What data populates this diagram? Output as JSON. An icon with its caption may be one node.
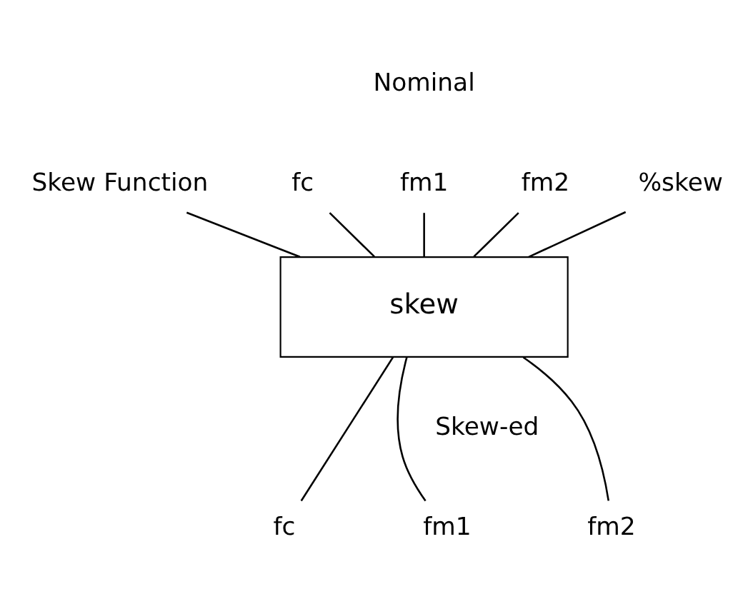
{
  "diagram": {
    "nodes": [
      {
        "text": [
          "Skew Function"
        ]
      },
      {
        "text": [
          "fc"
        ]
      },
      {
        "text": [
          "fm1"
        ]
      },
      {
        "text": [
          "fm2"
        ]
      },
      {
        "text": [
          "%skew"
        ]
      },
      {
        "text": [
          "skew"
        ]
      },
      {
        "text": [
          "fc"
        ]
      },
      {
        "text": [
          "fm1"
        ]
      },
      {
        "text": [
          "fm2"
        ]
      }
    ],
    "edges": [
      {
        "from": 0,
        "to": 5,
        "arrow": "none"
      },
      {
        "from": 1,
        "to": 5,
        "arrow": "none"
      },
      {
        "from": 2,
        "to": 5,
        "arrow": "none"
      },
      {
        "from": 3,
        "to": 5,
        "arrow": "none"
      },
      {
        "from": 4,
        "to": 5,
        "arrow": "none"
      },
      {
        "from": 5,
        "to": 6,
        "arrow": "none"
      },
      {
        "from": 5,
        "to": 7,
        "arrow": "none"
      },
      {
        "from": 5,
        "to": 8,
        "arrow": "none"
      }
    ],
    "labels": [
      "Nominal",
      "Skew-ed"
    ]
  }
}
